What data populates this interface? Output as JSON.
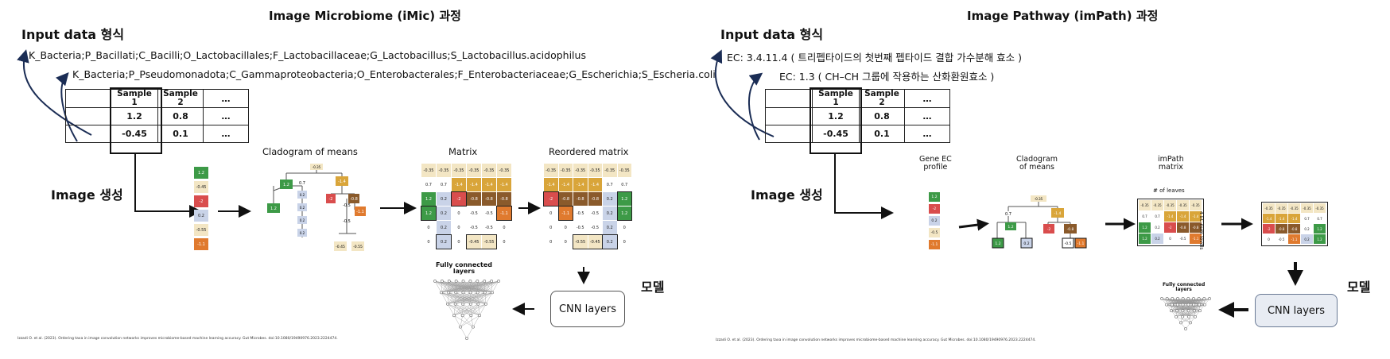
{
  "left": {
    "title": "Image Microbiome (iMic) 과정",
    "input_heading": "Input data 형식",
    "taxon1": "K_Bacteria;P_Bacillati;C_Bacilli;O_Lactobacillales;F_Lactobacillaceae;G_Lactobacillus;S_Lactobacillus.acidophilus",
    "taxon2": "K_Bacteria;P_Pseudomonadota;C_Gammaproteobacteria;O_Enterobacterales;F_Enterobacteriaceae;G_Escherichia;S_Escheria.coli",
    "table": {
      "headers": [
        "Sample\n1",
        "Sample\n2",
        "…"
      ],
      "rows": [
        [
          "1.2",
          "0.8",
          "…"
        ],
        [
          "-0.45",
          "0.1",
          "…"
        ]
      ]
    },
    "image_step": "Image 생성",
    "cladogram_label": "Cladogram of means",
    "matrix_label": "Matrix",
    "reordered_label": "Reordered matrix",
    "fc_label": "Fully connected\nlayers",
    "cnn_label": "CNN layers",
    "model_label": "모델",
    "citation": "Izzadi O. et al. (2023). Ordering taxa in image convolution networks improves microbiome-based machine learning accuracy. Gut Microbes. doi:10.1080/19490976.2023.2224474."
  },
  "right": {
    "title": "Image Pathway (imPath) 과정",
    "input_heading": "Input data 형식",
    "ec1": "EC: 3.4.11.4 ( 트리펩타이드의 첫번째 펩타이드 결합 가수분해 효소 )",
    "ec2": "EC:  1.3 ( CH–CH 그룹에 작용하는 산화환원효소 )",
    "table": {
      "headers": [
        "Sample\n1",
        "Sample\n2",
        "…"
      ],
      "rows": [
        [
          "1.2",
          "0.8",
          "…"
        ],
        [
          "-0.45",
          "0.1",
          "…"
        ]
      ]
    },
    "image_step": "Image 생성",
    "gene_ec_label": "Gene EC\nprofile",
    "cladogram_label": "Cladogram\nof means",
    "impath_label": "imPath\nmatrix",
    "leaves_label": "# of leaves",
    "levels_label": "4 EC num levels",
    "fc_label": "Fully connected\nlayers",
    "cnn_label": "CNN layers",
    "model_label": "모델",
    "citation": "Izzadi O. et al. (2023). Ordering taxa in image convolution networks improves microbiome-based machine learning accuracy. Gut Microbes. doi:10.1080/19490976.2023.2224474."
  },
  "colors": {
    "green": "#3d9a47",
    "red": "#d94d4d",
    "orange": "#e07a2e",
    "gold": "#d9a53a",
    "brown": "#8a5a2b",
    "pale": "#f3e6c4",
    "blue": "#c9d3e8",
    "white": "#ffffff"
  },
  "left_vector": [
    {
      "v": "1.2",
      "c": "green"
    },
    {
      "v": "-0.45",
      "c": "pale"
    },
    {
      "v": "-2",
      "c": "red"
    },
    {
      "v": "0.2",
      "c": "blue"
    },
    {
      "v": "-0.55",
      "c": "pale"
    },
    {
      "v": "-1.1",
      "c": "orange"
    }
  ],
  "left_matrix": [
    [
      "-0.35",
      "-0.35",
      "-0.35",
      "-0.35",
      "-0.35",
      "-0.35"
    ],
    [
      "0.7",
      "0.7",
      "-1.4",
      "-1.4",
      "-1.4",
      "-1.4"
    ],
    [
      "1.2",
      "0.2",
      "-2",
      "-0.8",
      "-0.8",
      "-0.8"
    ],
    [
      "1.2",
      "0.2",
      "0",
      "-0.5",
      "-0.5",
      "-1.1"
    ],
    [
      "0",
      "0.2",
      "0",
      "-0.5",
      "-0.5",
      "0"
    ],
    [
      "0",
      "0.2",
      "0",
      "-0.45",
      "-0.55",
      "0"
    ]
  ],
  "left_matrix_colors": [
    [
      "pale",
      "pale",
      "pale",
      "pale",
      "pale",
      "pale"
    ],
    [
      "white",
      "white",
      "gold",
      "gold",
      "gold",
      "gold"
    ],
    [
      "green",
      "blue",
      "red",
      "brown",
      "brown",
      "brown"
    ],
    [
      "green",
      "blue",
      "white",
      "white",
      "white",
      "orange"
    ],
    [
      "white",
      "blue",
      "white",
      "white",
      "white",
      "white"
    ],
    [
      "white",
      "blue",
      "white",
      "pale",
      "pale",
      "white"
    ]
  ],
  "reordered_matrix": [
    [
      "-0.35",
      "-0.35",
      "-0.35",
      "-0.35",
      "-0.35",
      "-0.35"
    ],
    [
      "-1.4",
      "-1.4",
      "-1.4",
      "-1.4",
      "0.7",
      "0.7"
    ],
    [
      "-2",
      "-0.8",
      "-0.8",
      "-0.8",
      "0.2",
      "1.2"
    ],
    [
      "0",
      "-1.1",
      "-0.5",
      "-0.5",
      "0.2",
      "1.2"
    ],
    [
      "0",
      "0",
      "-0.5",
      "-0.5",
      "0.2",
      "0"
    ],
    [
      "0",
      "0",
      "-0.55",
      "-0.45",
      "0.2",
      "0"
    ]
  ],
  "reordered_colors": [
    [
      "pale",
      "pale",
      "pale",
      "pale",
      "pale",
      "pale"
    ],
    [
      "gold",
      "gold",
      "gold",
      "gold",
      "white",
      "white"
    ],
    [
      "red",
      "brown",
      "brown",
      "brown",
      "blue",
      "green"
    ],
    [
      "white",
      "orange",
      "white",
      "white",
      "blue",
      "green"
    ],
    [
      "white",
      "white",
      "white",
      "white",
      "blue",
      "white"
    ],
    [
      "white",
      "white",
      "pale",
      "pale",
      "blue",
      "white"
    ]
  ],
  "gene_ec_vector": [
    {
      "v": "1.2",
      "c": "green"
    },
    {
      "v": "-2",
      "c": "red"
    },
    {
      "v": "0.2",
      "c": "blue"
    },
    {
      "v": "-0.5",
      "c": "pale"
    },
    {
      "v": "-1.1",
      "c": "orange"
    }
  ],
  "impath_matrix": [
    [
      "-0.35",
      "-0.35",
      "-0.35",
      "-0.35",
      "-0.35"
    ],
    [
      "0.7",
      "0.7",
      "-1.4",
      "-1.4",
      "-1.4"
    ],
    [
      "1.2",
      "0.2",
      "-2",
      "-0.8",
      "-0.8"
    ],
    [
      "1.2",
      "0.2",
      "0",
      "-0.5",
      "-1.1"
    ]
  ],
  "impath_colors": [
    [
      "pale",
      "pale",
      "pale",
      "pale",
      "pale"
    ],
    [
      "white",
      "white",
      "gold",
      "gold",
      "gold"
    ],
    [
      "green",
      "white",
      "red",
      "brown",
      "brown"
    ],
    [
      "green",
      "blue",
      "white",
      "white",
      "orange"
    ]
  ],
  "impath_reordered": [
    [
      "-0.35",
      "-0.35",
      "-0.35",
      "-0.35",
      "-0.35"
    ],
    [
      "-1.4",
      "-1.4",
      "-1.4",
      "0.7",
      "0.7"
    ],
    [
      "-2",
      "-0.8",
      "-0.8",
      "0.2",
      "1.2"
    ],
    [
      "0",
      "-0.5",
      "-1.1",
      "0.2",
      "1.2"
    ]
  ],
  "impath_reordered_colors": [
    [
      "pale",
      "pale",
      "pale",
      "pale",
      "pale"
    ],
    [
      "gold",
      "gold",
      "gold",
      "white",
      "white"
    ],
    [
      "red",
      "brown",
      "brown",
      "white",
      "green"
    ],
    [
      "white",
      "white",
      "orange",
      "blue",
      "green"
    ]
  ]
}
